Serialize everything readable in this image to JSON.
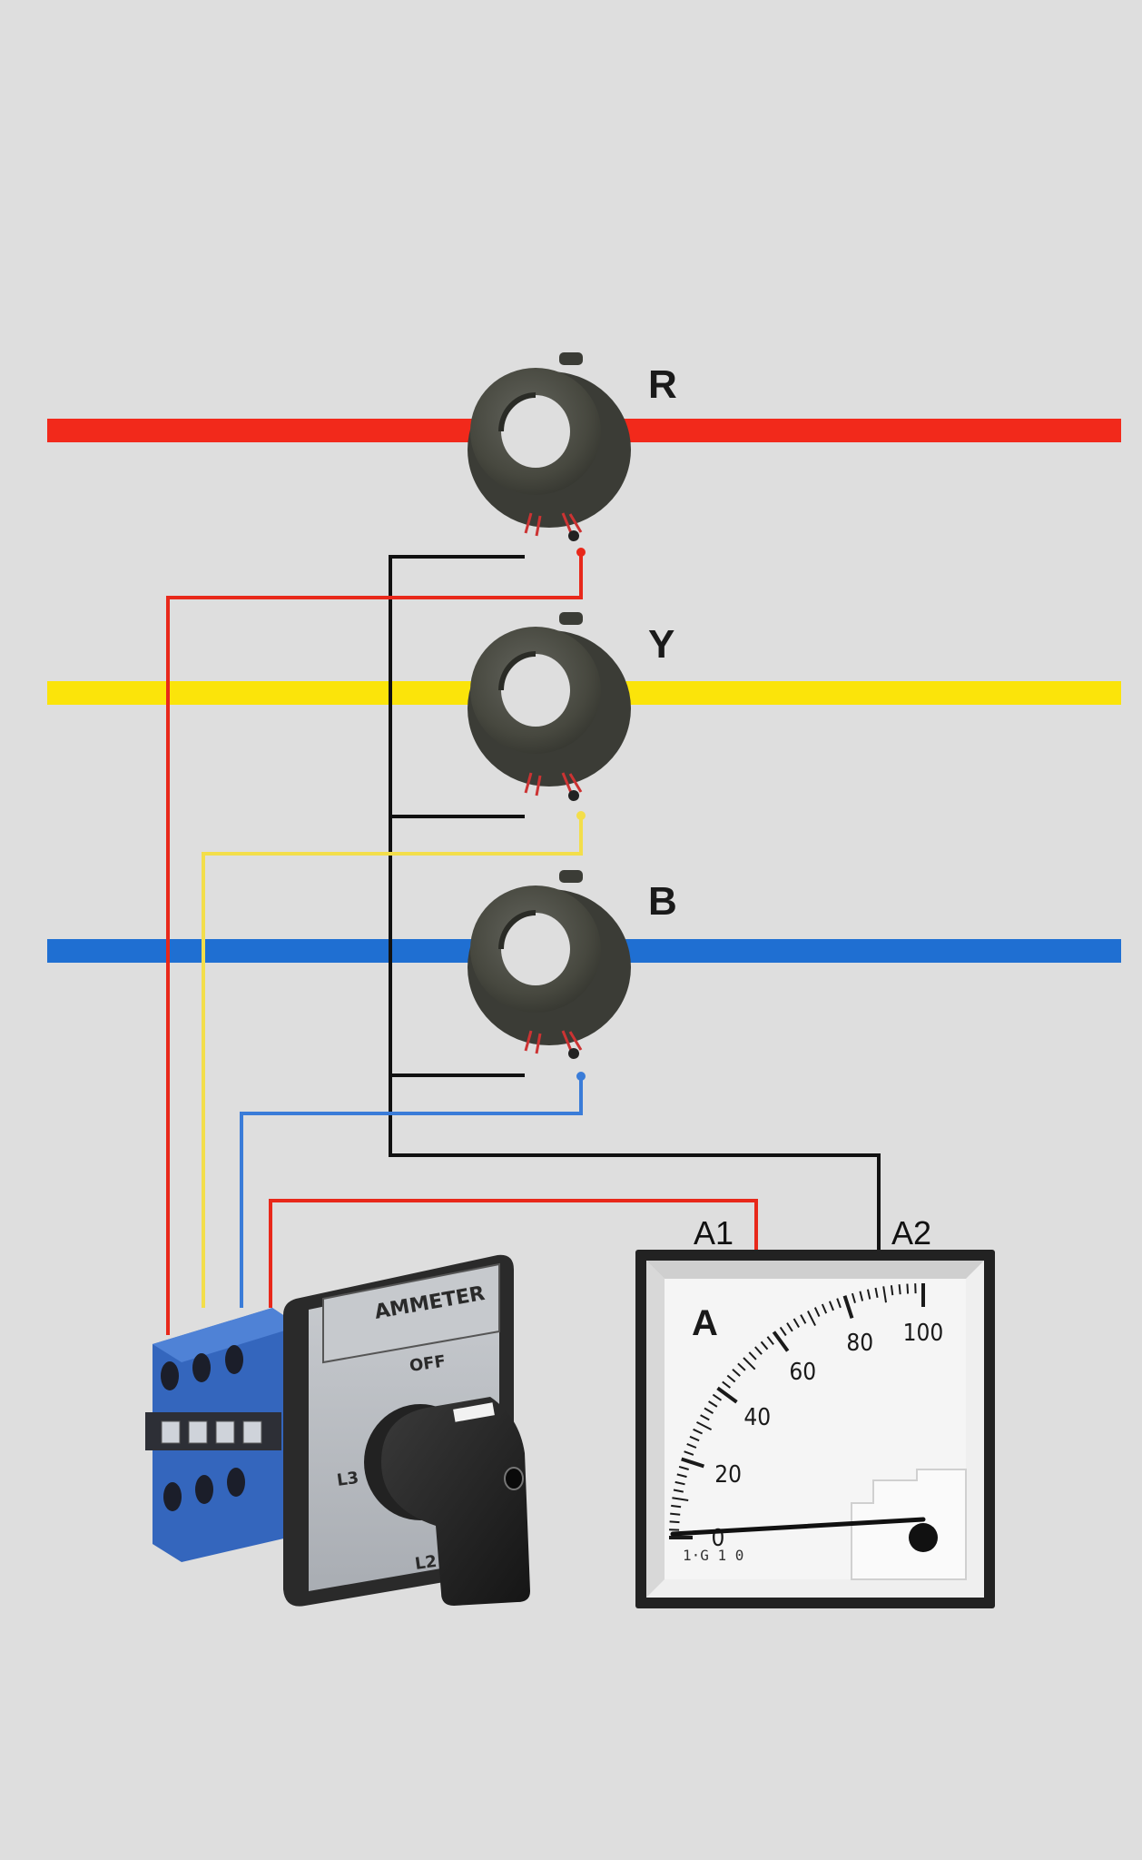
{
  "phases": [
    {
      "id": "r",
      "label": "R",
      "color": "#f2291b"
    },
    {
      "id": "y",
      "label": "Y",
      "color": "#fbe40a"
    },
    {
      "id": "b",
      "label": "B",
      "color": "#1f6fd2"
    }
  ],
  "ammeter": {
    "unit": "A",
    "terminals": {
      "a1": "A1",
      "a2": "A2"
    },
    "scale": {
      "min": 0,
      "max": 100,
      "labels": [
        0,
        20,
        40,
        60,
        80,
        100
      ]
    },
    "reading": 0,
    "fine_print": "1·G 1 0"
  },
  "selector_switch": {
    "title": "AMMETER",
    "positions": [
      "OFF",
      "L3",
      "L2"
    ]
  },
  "colors": {
    "background": "#dedede",
    "neutral_wire": "#111111",
    "ct_core": "#4a4b45",
    "switch_body": "#3f6ec0",
    "meter_frame": "#222222"
  }
}
